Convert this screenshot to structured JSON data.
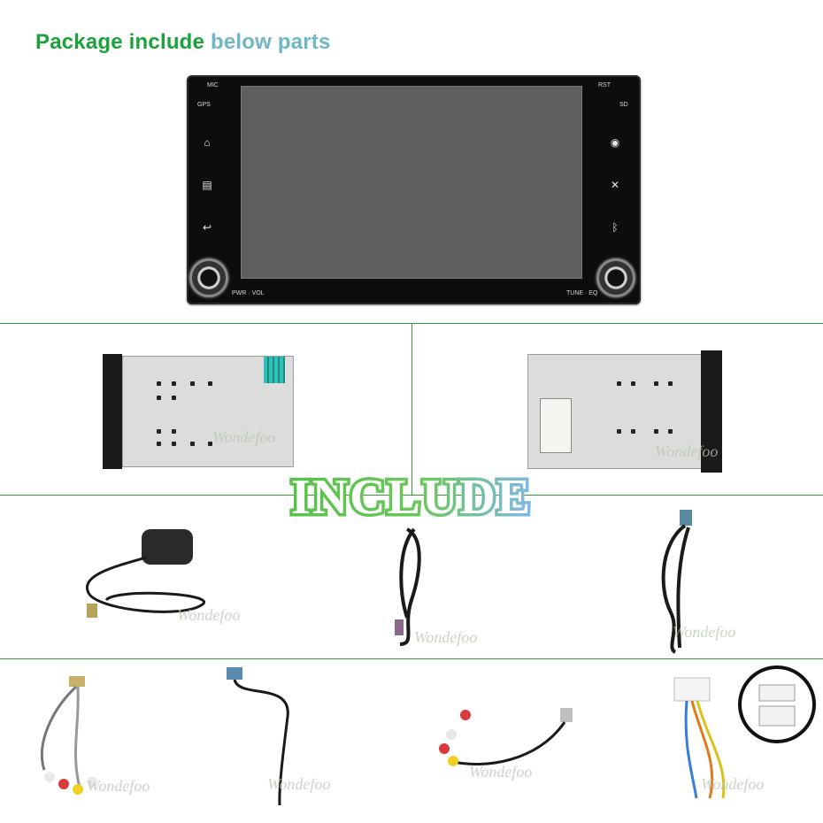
{
  "title": {
    "part1": "Package include",
    "part2": "below parts"
  },
  "head_unit": {
    "mic_label": "MIC",
    "rst_label": "RST",
    "gps_label": "GPS",
    "sd_label": "SD",
    "left_knob_label": "PWR · VOL",
    "right_knob_label": "TUNE · EQ",
    "left_buttons": [
      "home-icon",
      "radio-icon",
      "back-icon"
    ],
    "right_buttons": [
      "navigation-icon",
      "mute-icon",
      "bluetooth-icon"
    ]
  },
  "banner": {
    "text": "INCLUDE"
  },
  "watermark": "Wondefoo",
  "colors": {
    "title_green": "#1aa33a",
    "title_light": "#6fb7c6",
    "divider": "#3a9a3a",
    "include_green": "#58c24a",
    "include_blue": "#7fb8e8"
  }
}
